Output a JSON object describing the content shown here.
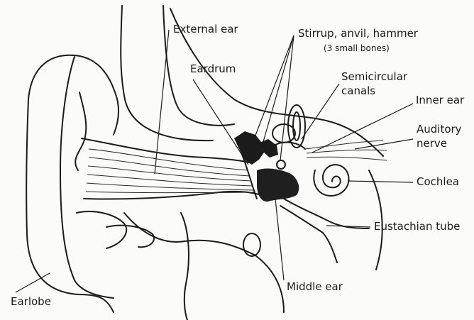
{
  "labels": {
    "external_ear": "External ear",
    "ossicles": "Stirrup, anvil, hammer",
    "ossicles_note": "(3 small bones)",
    "eardrum": "Eardrum",
    "semicircular_1": "Semicircular",
    "semicircular_2": "canals",
    "inner_ear": "Inner ear",
    "auditory_1": "Auditory",
    "auditory_2": "nerve",
    "cochlea": "Cochlea",
    "eustachian": "Eustachian tube",
    "middle_ear": "Middle ear",
    "earlobe": "Earlobe"
  }
}
